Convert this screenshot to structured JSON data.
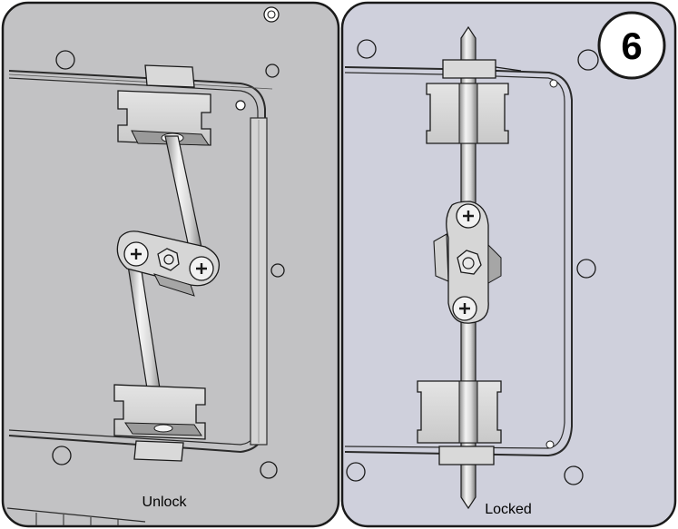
{
  "figure": {
    "step_number": "6",
    "panels": [
      {
        "caption": "Unlock",
        "state": "unlocked",
        "background": "#c2c2c4"
      },
      {
        "caption": "Locked",
        "state": "locked",
        "background": "#cfd0dc"
      }
    ],
    "colors": {
      "outline": "#1a1a1a",
      "metal_light": "#e6e6e6",
      "metal_mid": "#c8c8c8",
      "metal_dark": "#8c8c8c",
      "frame": "#3a3a3a"
    }
  }
}
